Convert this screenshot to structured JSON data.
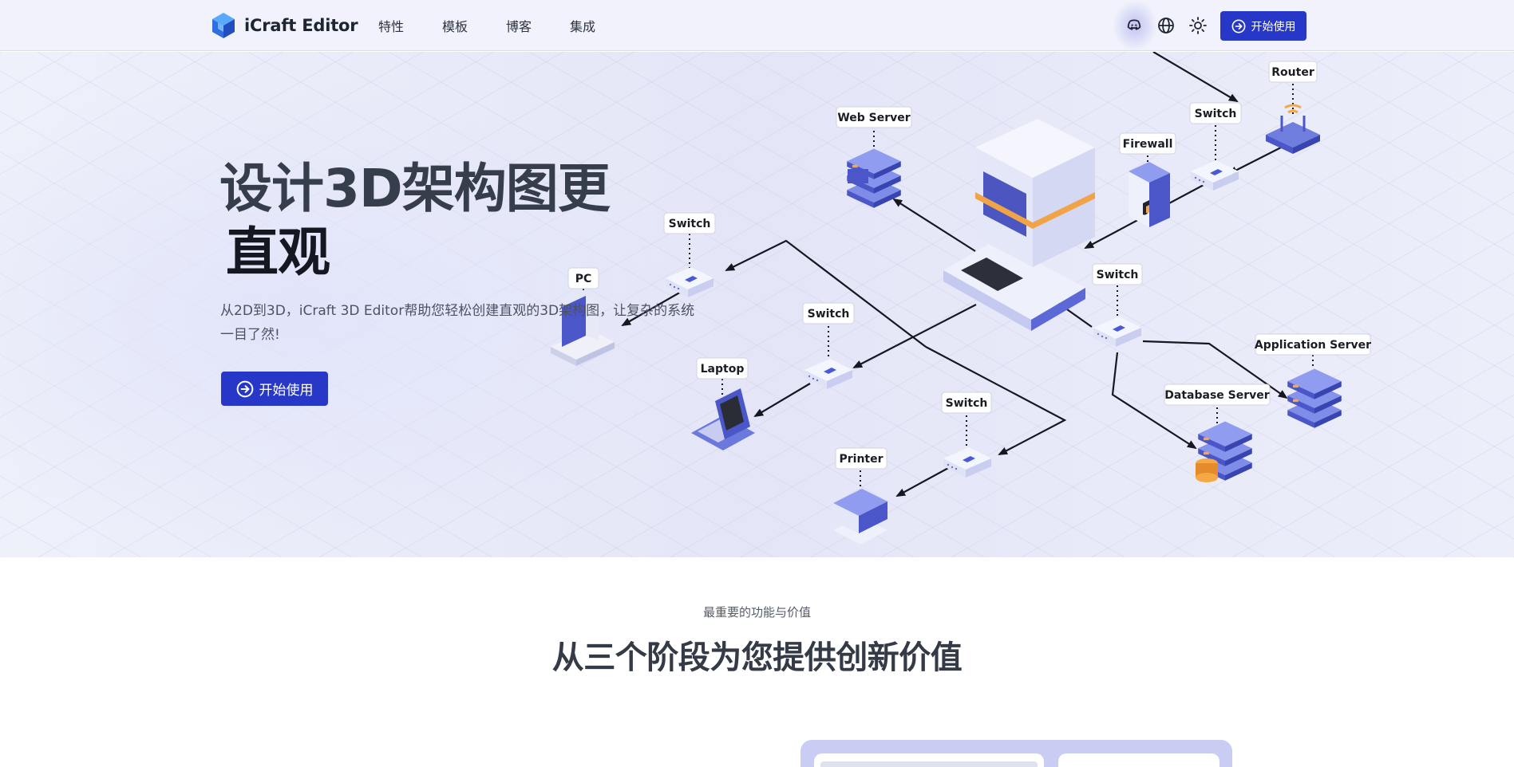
{
  "header": {
    "brand": "iCraft Editor",
    "nav": [
      "特性",
      "模板",
      "博客",
      "集成"
    ],
    "icons": [
      "discord-icon",
      "globe-icon",
      "sun-icon"
    ],
    "cta_label": "开始使用",
    "brand_color": "#2738c9"
  },
  "hero": {
    "title_line1": "设计3D架构图更",
    "title_line2": "直观",
    "description": "从2D到3D，iCraft 3D Editor帮助您轻松创建直观的3D架构图，让复杂的系统一目了然!",
    "cta_label": "开始使用",
    "diagram_nodes": {
      "web_server": "Web Server",
      "firewall": "Firewall",
      "router": "Router",
      "switch_top": "Switch",
      "switch_left": "Switch",
      "switch_mid": "Switch",
      "switch_core": "Switch",
      "switch_bottom": "Switch",
      "pc": "PC",
      "laptop": "Laptop",
      "printer": "Printer",
      "application_server": "Application Server",
      "database_server": "Database Server"
    }
  },
  "features": {
    "kicker": "最重要的功能与价值",
    "title": "从三个阶段为您提供创新价值"
  }
}
